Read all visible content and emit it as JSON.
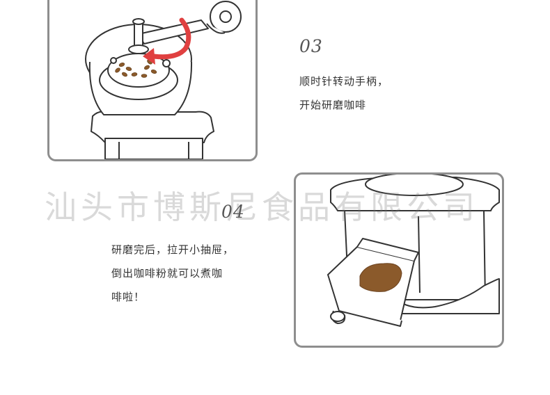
{
  "step3": {
    "number": "03",
    "lines": [
      "顺时针转动手柄，",
      "开始研磨咖啡"
    ]
  },
  "step4": {
    "number": "04",
    "lines": [
      "研磨完后，拉开小抽屉，",
      "倒出咖啡粉就可以煮咖",
      "啡啦！"
    ]
  },
  "watermark": "汕头市博斯尼食品有限公司",
  "colors": {
    "border": "#8e8e8e",
    "arrow": "#e04040",
    "coffee": "#8b5a2b",
    "watermark": "#787878"
  },
  "icons": [
    "coffee-grinder-top-illustration",
    "rotate-arrow-icon",
    "coffee-grinder-drawer-illustration"
  ]
}
